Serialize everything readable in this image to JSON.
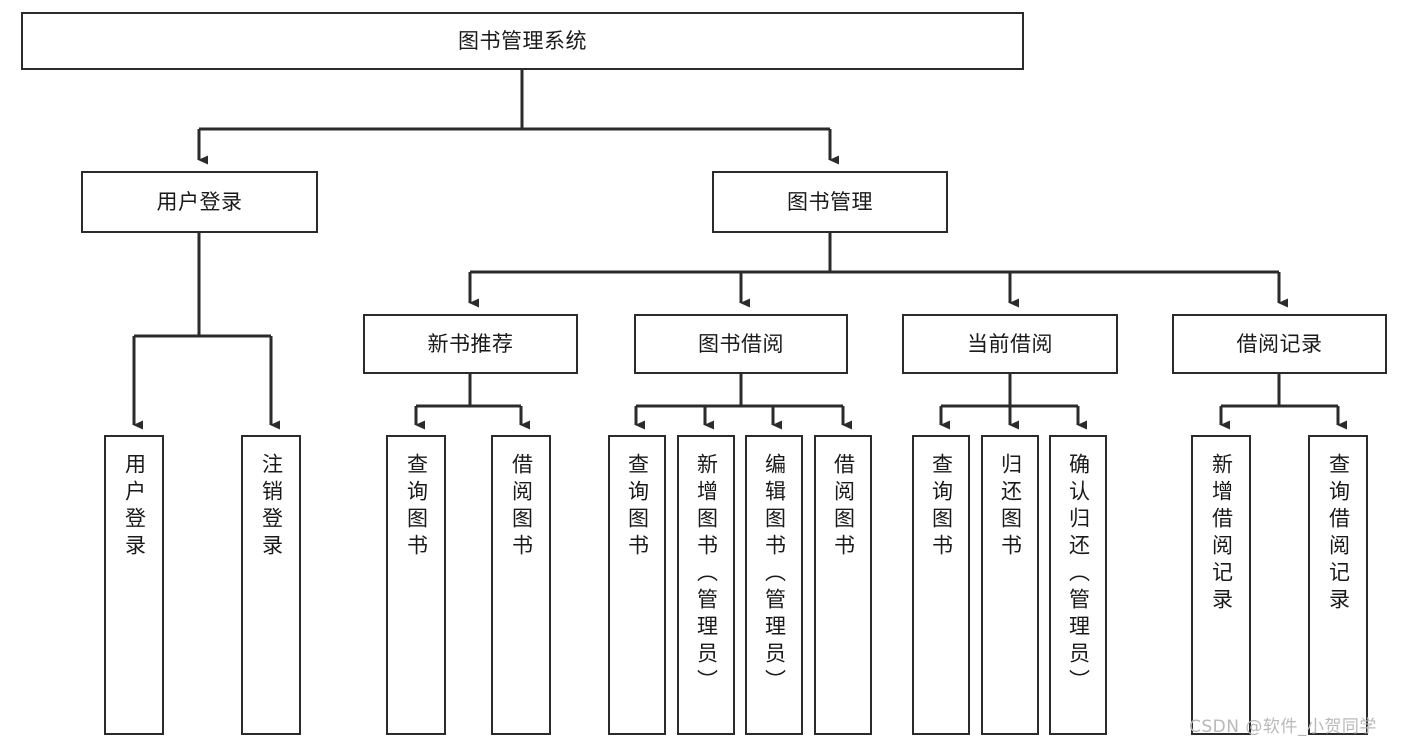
{
  "diagram": {
    "type": "tree-hierarchy-chart",
    "title": "图书管理系统",
    "watermark": "CSDN @软件_小贺同学",
    "colors": {
      "box_stroke": "#2b2b2b",
      "box_fill": "#ffffff",
      "connector": "#2b2b2b",
      "text": "#1a1a1a",
      "watermark": "#b9b9b9",
      "background": "#ffffff"
    },
    "levels": [
      {
        "level": 0,
        "nodes": [
          {
            "id": "root",
            "label": "图书管理系统",
            "orientation": "horizontal"
          }
        ]
      },
      {
        "level": 1,
        "nodes": [
          {
            "id": "user-login",
            "label": "用户登录",
            "orientation": "horizontal",
            "parent": "root"
          },
          {
            "id": "book-management",
            "label": "图书管理",
            "orientation": "horizontal",
            "parent": "root"
          }
        ]
      },
      {
        "level": 2,
        "nodes": [
          {
            "id": "new-book-recommend",
            "label": "新书推荐",
            "orientation": "horizontal",
            "parent": "book-management"
          },
          {
            "id": "book-borrow",
            "label": "图书借阅",
            "orientation": "horizontal",
            "parent": "book-management"
          },
          {
            "id": "current-borrow",
            "label": "当前借阅",
            "orientation": "horizontal",
            "parent": "book-management"
          },
          {
            "id": "borrow-record",
            "label": "借阅记录",
            "orientation": "horizontal",
            "parent": "book-management"
          }
        ]
      },
      {
        "level": 3,
        "nodes": [
          {
            "id": "leaf-user-login",
            "label": "用户登录",
            "orientation": "vertical",
            "parent": "user-login"
          },
          {
            "id": "leaf-logout-login",
            "label": "注销登录",
            "orientation": "vertical",
            "parent": "user-login"
          },
          {
            "id": "leaf-query-book-1",
            "label": "查询图书",
            "orientation": "vertical",
            "parent": "new-book-recommend"
          },
          {
            "id": "leaf-borrow-book-1",
            "label": "借阅图书",
            "orientation": "vertical",
            "parent": "new-book-recommend"
          },
          {
            "id": "leaf-query-book-2",
            "label": "查询图书",
            "orientation": "vertical",
            "parent": "book-borrow"
          },
          {
            "id": "leaf-add-book",
            "label": "新增图书（管理员）",
            "orientation": "vertical",
            "parent": "book-borrow"
          },
          {
            "id": "leaf-edit-book",
            "label": "编辑图书（管理员）",
            "orientation": "vertical",
            "parent": "book-borrow"
          },
          {
            "id": "leaf-borrow-book-2",
            "label": "借阅图书",
            "orientation": "vertical",
            "parent": "book-borrow"
          },
          {
            "id": "leaf-query-book-3",
            "label": "查询图书",
            "orientation": "vertical",
            "parent": "current-borrow"
          },
          {
            "id": "leaf-return-book",
            "label": "归还图书",
            "orientation": "vertical",
            "parent": "current-borrow"
          },
          {
            "id": "leaf-confirm-return",
            "label": "确认归还（管理员）",
            "orientation": "vertical",
            "parent": "current-borrow"
          },
          {
            "id": "leaf-add-record",
            "label": "新增借阅记录",
            "orientation": "vertical",
            "parent": "borrow-record"
          },
          {
            "id": "leaf-query-record",
            "label": "查询借阅记录",
            "orientation": "vertical",
            "parent": "borrow-record"
          }
        ]
      }
    ]
  }
}
